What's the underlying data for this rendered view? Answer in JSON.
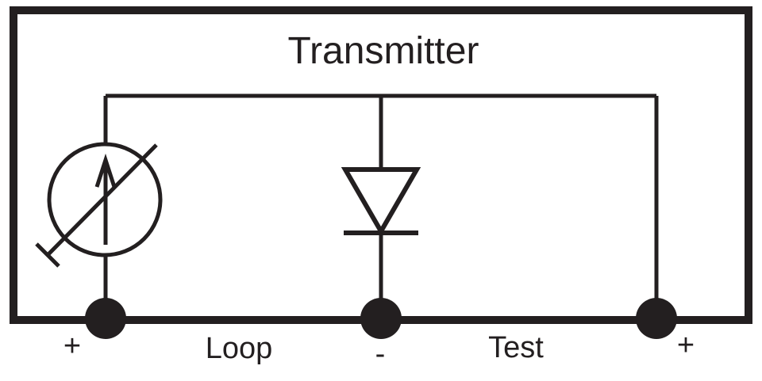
{
  "title": "Transmitter",
  "terminals": [
    "+",
    "-",
    "+"
  ],
  "wire_labels": {
    "loop": "Loop",
    "test": "Test"
  },
  "colors": {
    "line": "#231f20",
    "background": "#ffffff"
  }
}
